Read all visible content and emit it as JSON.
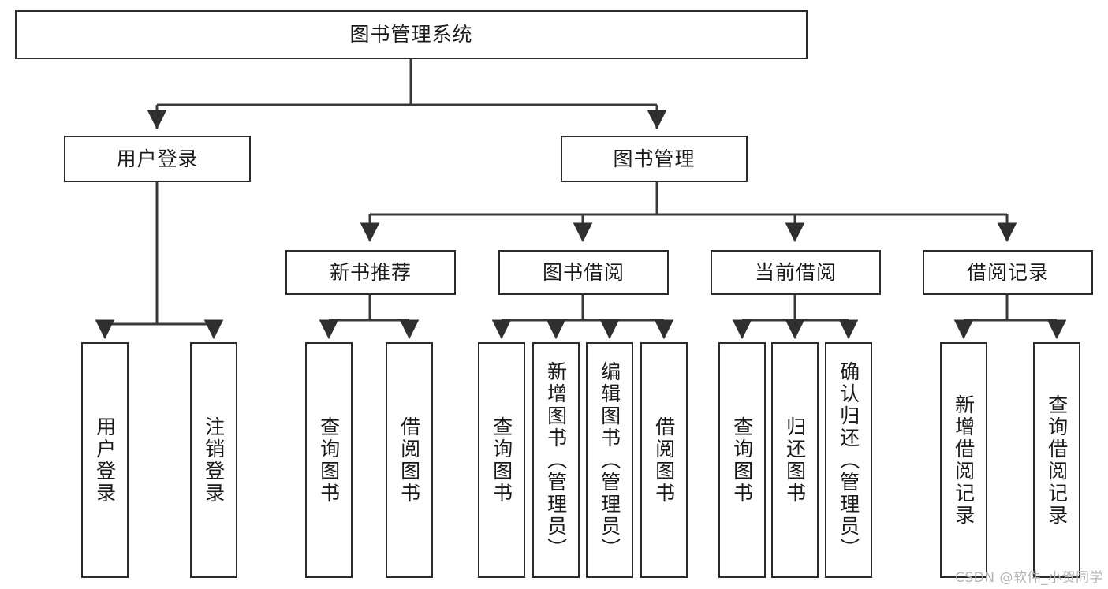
{
  "diagram": {
    "title": "图书管理系统",
    "type": "tree-hierarchy-chart",
    "orientation": "top-down",
    "colors": {
      "border": "#2b2b2b",
      "fill": "#ffffff",
      "text": "#1a1a1a",
      "edge": "#3a3a3a",
      "watermark": "#b4b4b4"
    }
  },
  "watermark": {
    "text": "CSDN @软件_小贺同学"
  },
  "nodes": {
    "root": {
      "label": "图书管理系统"
    },
    "level2": [
      {
        "id": "user-login",
        "label": "用户登录"
      },
      {
        "id": "book-management",
        "label": "图书管理"
      }
    ],
    "level3": [
      {
        "id": "new-book-recommend",
        "label": "新书推荐"
      },
      {
        "id": "book-borrow",
        "label": "图书借阅"
      },
      {
        "id": "current-borrow",
        "label": "当前借阅"
      },
      {
        "id": "borrow-record",
        "label": "借阅记录"
      }
    ],
    "leaves": {
      "user-login": [
        {
          "id": "leaf-user-login",
          "label": "用户登录"
        },
        {
          "id": "leaf-logout-login",
          "label": "注销登录"
        }
      ],
      "new-book-recommend": [
        {
          "id": "leaf-query-book-1",
          "label": "查询图书"
        },
        {
          "id": "leaf-borrow-book-1",
          "label": "借阅图书"
        }
      ],
      "book-borrow": [
        {
          "id": "leaf-query-book-2",
          "label": "查询图书"
        },
        {
          "id": "leaf-add-book",
          "label": "新增图书（管理员）"
        },
        {
          "id": "leaf-edit-book",
          "label": "编辑图书（管理员）"
        },
        {
          "id": "leaf-borrow-book-2",
          "label": "借阅图书"
        }
      ],
      "current-borrow": [
        {
          "id": "leaf-query-book-3",
          "label": "查询图书"
        },
        {
          "id": "leaf-return-book",
          "label": "归还图书"
        },
        {
          "id": "leaf-confirm-return",
          "label": "确认归还（管理员）"
        }
      ],
      "borrow-record": [
        {
          "id": "leaf-add-record",
          "label": "新增借阅记录"
        },
        {
          "id": "leaf-query-record",
          "label": "查询借阅记录"
        }
      ]
    }
  }
}
